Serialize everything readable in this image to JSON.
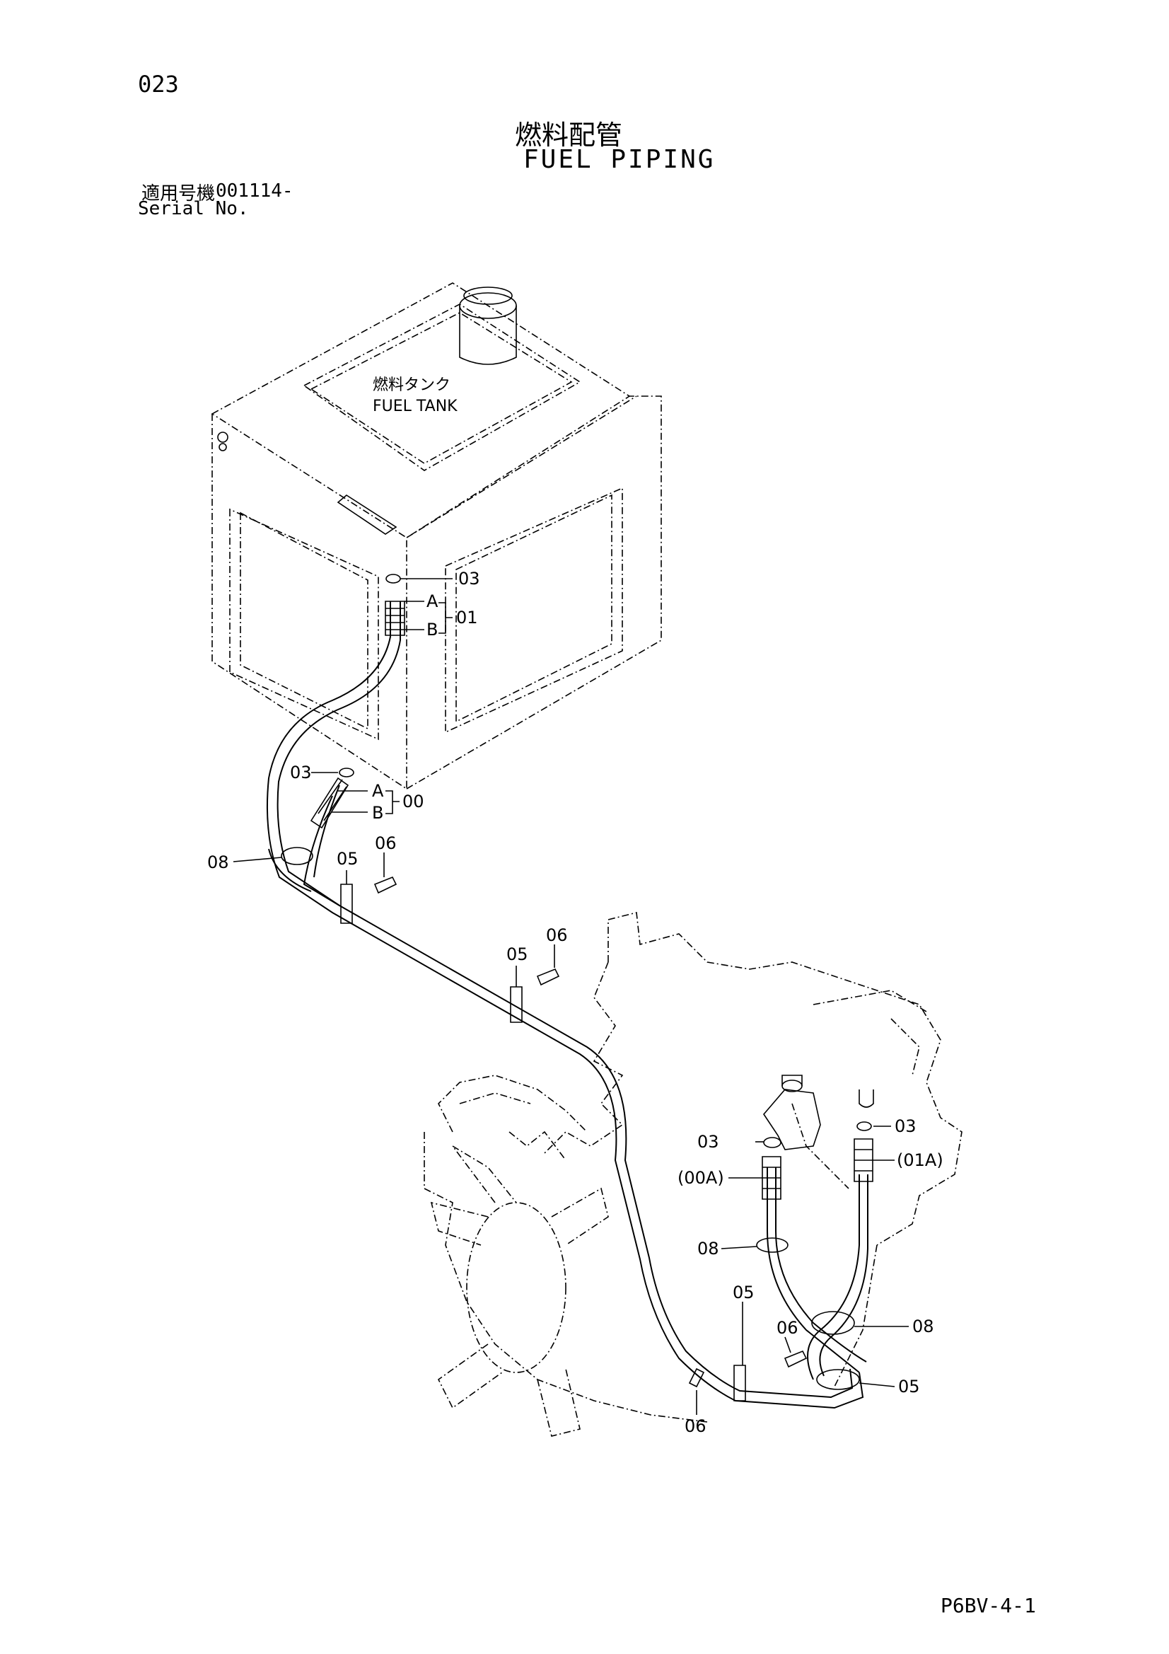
{
  "header": {
    "page_number": "023",
    "title_jp": "燃料配管",
    "title_en": "FUEL PIPING",
    "serial_label_jp": "適用号機",
    "serial_value": "001114-",
    "serial_label_en": "Serial No."
  },
  "diagram": {
    "tank_label_jp": "燃料タンク",
    "tank_label_en": "FUEL TANK",
    "callouts": {
      "c03_top": "03",
      "a_top": "A",
      "b_top": "B",
      "c01": "01",
      "c03_mid": "03",
      "a_mid": "A",
      "b_mid": "B",
      "c00": "00",
      "c08_left": "08",
      "c05_a": "05",
      "c06_a": "06",
      "c06_b": "06",
      "c05_b": "05",
      "c03_right": "03",
      "c03_center": "03",
      "c01a": "(01A)",
      "c00a": "(00A)",
      "c08_center": "08",
      "c05_c": "05",
      "c06_c": "06",
      "c08_right": "08",
      "c05_right": "05",
      "c06_bottom": "06"
    }
  },
  "footer": {
    "figure_code": "P6BV-4-1"
  }
}
